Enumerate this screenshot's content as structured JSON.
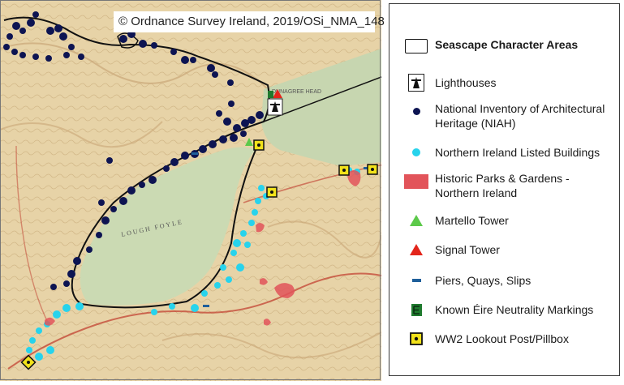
{
  "map": {
    "copyright": "© Ordnance Survey Ireland, 2019/OSi_NMA_148",
    "place_labels": [
      "DUNAGREE HEAD",
      "LOUGH FOYLE"
    ]
  },
  "legend": {
    "items": [
      {
        "icon": "area-outline-icon",
        "label": "Seascape Character Areas"
      },
      {
        "icon": "lighthouse-icon",
        "label": "Lighthouses"
      },
      {
        "icon": "navy-dot-icon",
        "label": "National Inventory of Architectural Heritage (NIAH)",
        "color": "#0d1452"
      },
      {
        "icon": "cyan-dot-icon",
        "label": "Northern Ireland Listed Buildings",
        "color": "#27d3ec"
      },
      {
        "icon": "red-rectangle-icon",
        "label": "Historic Parks & Gardens - Northern Ireland",
        "color": "#e2545a"
      },
      {
        "icon": "green-triangle-icon",
        "label": "Martello Tower",
        "color": "#5cc94a"
      },
      {
        "icon": "red-triangle-icon",
        "label": "Signal Tower",
        "color": "#e3251b"
      },
      {
        "icon": "blue-dash-icon",
        "label": "Piers, Quays, Slips",
        "color": "#1f5f9a"
      },
      {
        "icon": "neutrality-marking-icon",
        "label": "Known Éire Neutrality Markings",
        "color": "#1f7a2e"
      },
      {
        "icon": "lookout-post-icon",
        "label": "WW2 Lookout Post/Pillbox",
        "color": "#f2e21a"
      }
    ]
  }
}
